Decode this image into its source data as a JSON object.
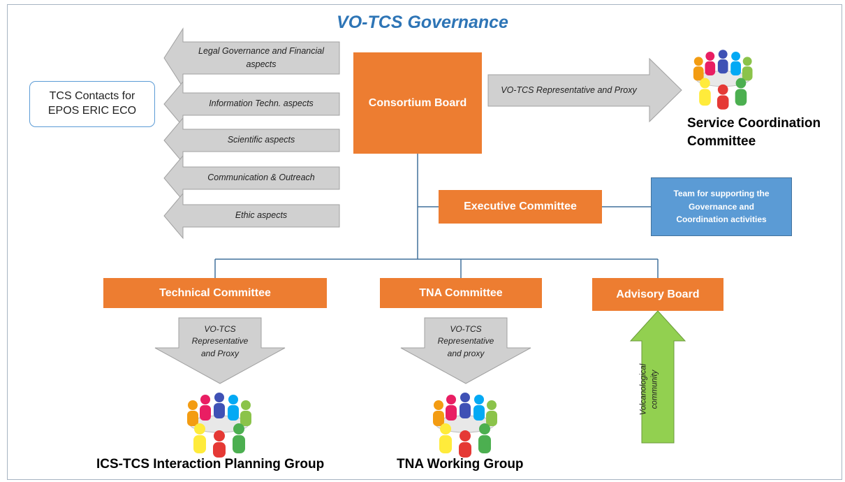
{
  "title": "VO-TCS Governance",
  "contacts": {
    "line1": "TCS Contacts for",
    "line2": "EPOS ERIC ECO"
  },
  "left_arrows": [
    {
      "line1": "Legal Governance and Financial",
      "line2": "aspects"
    },
    {
      "line1": "Information Techn. aspects"
    },
    {
      "line1": "Scientific aspects"
    },
    {
      "line1": "Communication & Outreach"
    },
    {
      "line1": "Ethic aspects"
    }
  ],
  "consortium_board": "Consortium  Board",
  "right_arrow": "VO-TCS Representative and Proxy",
  "service_committee": {
    "line1": "Service Coordination",
    "line2": "Committee"
  },
  "executive_committee": "Executive Committee",
  "support_team": {
    "line1": "Team for supporting the",
    "line2": "Governance and",
    "line3": "Coordination activities"
  },
  "technical_committee": "Technical  Committee",
  "tna_committee": "TNA Committee",
  "advisory_board": "Advisory Board",
  "down_arrow_1": {
    "line1": "VO-TCS",
    "line2": "Representative",
    "line3": "and Proxy"
  },
  "down_arrow_2": {
    "line1": "VO-TCS",
    "line2": "Representative",
    "line3": "and proxy"
  },
  "up_arrow": {
    "line1": "Volcanological",
    "line2": "community"
  },
  "ics_group": "ICS-TCS Interaction Planning Group",
  "tna_group": "TNA Working Group",
  "colors": {
    "orange": "#ed7d31",
    "blue": "#5b9bd5",
    "title_blue": "#2e75b6",
    "arrow_gray": "#d0d0d0",
    "arrow_green": "#92d050",
    "line_blue": "#41719c"
  },
  "icons": [
    "meeting-group-icon"
  ]
}
